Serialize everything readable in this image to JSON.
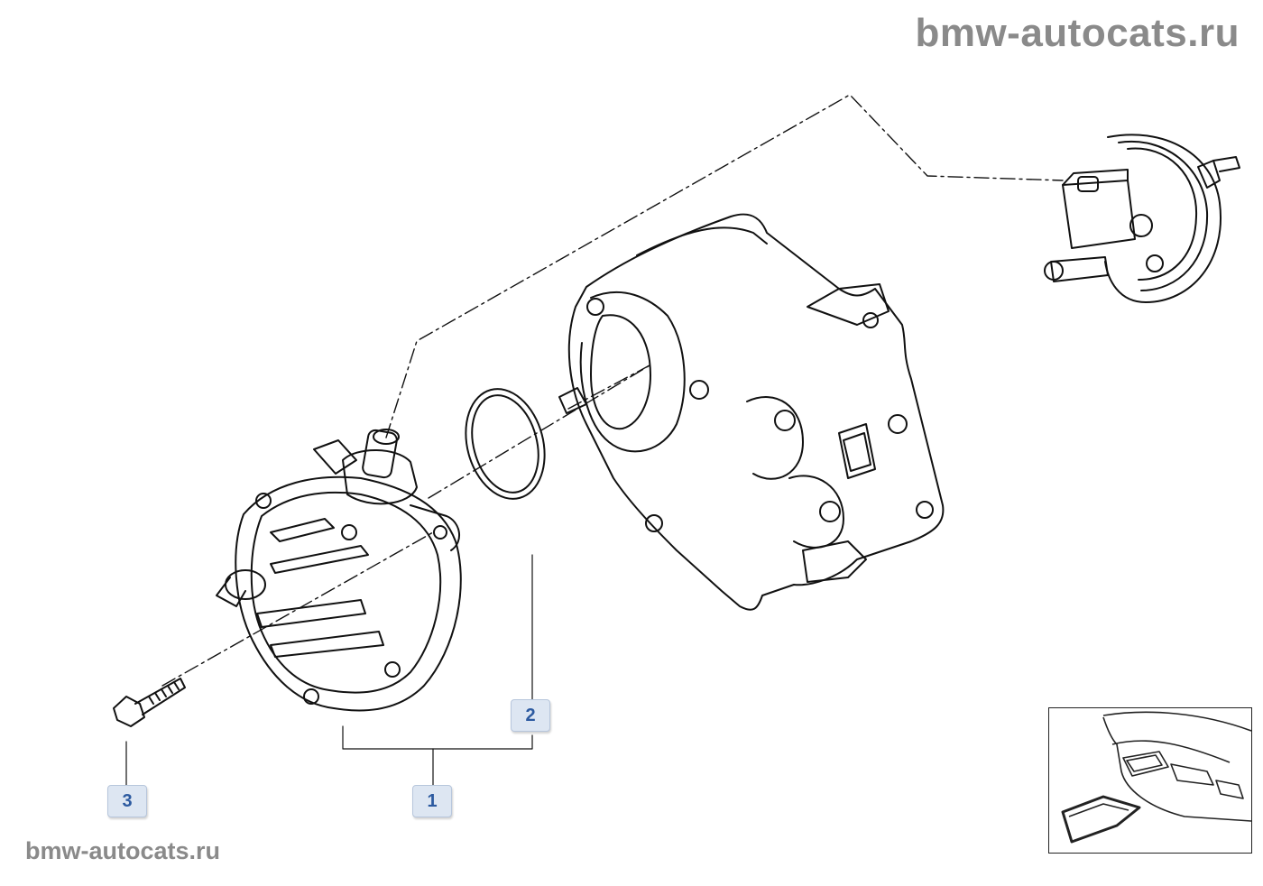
{
  "watermark": {
    "top": "bmw-autocats.ru",
    "bottom": "bmw-autocats.ru"
  },
  "callouts": [
    {
      "id": "1",
      "label": "1"
    },
    {
      "id": "2",
      "label": "2"
    },
    {
      "id": "3",
      "label": "3"
    }
  ],
  "parts": {
    "vacuum_pump": "vacuum-pump",
    "o_ring": "o-ring",
    "bolt": "bolt",
    "housing": "timing-case-housing",
    "booster": "brake-booster"
  },
  "colors": {
    "line": "#111111",
    "callout_bg": "#dde6f2",
    "callout_text": "#2c5aa0",
    "watermark": "#8a8a8a"
  }
}
